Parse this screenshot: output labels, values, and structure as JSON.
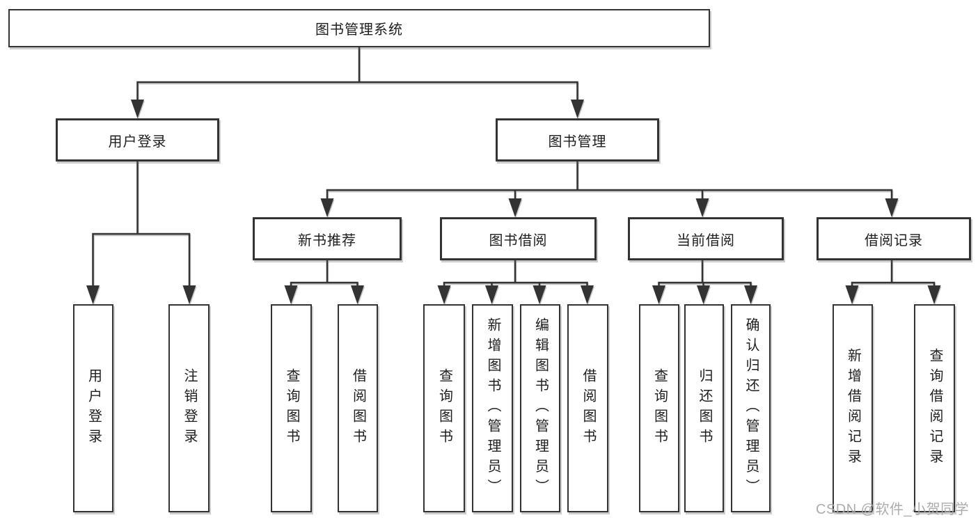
{
  "diagram": {
    "root": {
      "label": "图书管理系统"
    },
    "level2": {
      "user_login": {
        "label": "用户登录"
      },
      "book_management": {
        "label": "图书管理"
      }
    },
    "level3": {
      "new_book_recommend": {
        "label": "新书推荐"
      },
      "book_borrowing": {
        "label": "图书借阅"
      },
      "current_borrowing": {
        "label": "当前借阅"
      },
      "borrowing_records": {
        "label": "借阅记录"
      }
    },
    "leaves": {
      "user_login": [
        {
          "label": "用户登录"
        },
        {
          "label": "注销登录"
        }
      ],
      "new_book_recommend": [
        {
          "label": "查询图书"
        },
        {
          "label": "借阅图书"
        }
      ],
      "book_borrowing": [
        {
          "label": "查询图书"
        },
        {
          "label": "新增图书（管理员）"
        },
        {
          "label": "编辑图书（管理员）"
        },
        {
          "label": "借阅图书"
        }
      ],
      "current_borrowing": [
        {
          "label": "查询图书"
        },
        {
          "label": "归还图书"
        },
        {
          "label": "确认归还（管理员）"
        }
      ],
      "borrowing_records": [
        {
          "label": "新增借阅记录"
        },
        {
          "label": "查询借阅记录"
        }
      ]
    }
  },
  "watermark": {
    "text": "CSDN @软件_小贺同学"
  },
  "colors": {
    "line": "#333333",
    "box_border": "#333333",
    "text": "#1e1e1e",
    "watermark": "#a8a8a8",
    "background": "#ffffff"
  }
}
